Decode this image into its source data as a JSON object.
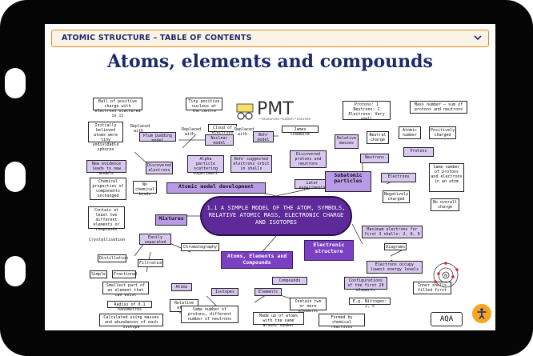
{
  "toc": {
    "label": "ATOMIC STRUCTURE – TABLE OF CONTENTS"
  },
  "page": {
    "title": "Atoms, elements and compounds"
  },
  "mindmap": {
    "logo": "PMT",
    "logo_sub": "~resources~tuition~courses",
    "center": "1.1 A SIMPLE MODEL OF THE ATOM, SYMBOLS, RELATIVE ATOMIC MASS, ELECTRONIC CHARGE AND ISOTOPES",
    "exam_board": "AQA",
    "nucleus_label": "N",
    "nodes": [
      "Ball of positive charge with electrons scattered in it",
      "Tiny positive nucleus at the centre",
      "Cloud of electrons",
      "Initially believed atoms were tiny undividable spheres",
      "Replaced with",
      "Plum pudding model",
      "Replaced with",
      "Nuclear model",
      "Replaced with",
      "Bohr model",
      "James Chadwick",
      "New evidence leads to new models",
      "Discovered electrons",
      "Alpha particle scattering experiment",
      "Bohr suggested electrons orbit in shells",
      "Discovered protons and neutrons",
      "Atomic model development",
      "Chemical properties of components unchanged",
      "No chemical bonds",
      "Later experiments",
      "Relative masses",
      "Protons: 1 Neutrons: 1 Electrons: Very small",
      "Mass number – sum of protons and neutrons",
      "Neutral charge",
      "Atomic number",
      "Positively charged",
      "Neutrons",
      "Protons",
      "Subatomic particles",
      "Electrons",
      "Same number of protons and electrons in an atom",
      "Negatively charged",
      "No overall charge",
      "Contain at least two different elements or compounds",
      "Mixtures",
      "Easily separated",
      "Crystallisation",
      "Chromatography",
      "Distillation",
      "Filtration",
      "Simple",
      "Fractional",
      "Atoms, Elements and Compounds",
      "Electronic structure",
      "Maximum electrons for first 3 shells: 2, 8, 8",
      "Diagrams",
      "Electrons occupy lowest energy levels",
      "Smallest part of an element that can exist",
      "Atoms",
      "Compounds",
      "Configurations of the first 20 elements",
      "Inner shells filled first",
      "Radius of 0.1 nanometres",
      "Relative atomic mass",
      "Isotopes",
      "Elements",
      "Contain two or more elements",
      "E.g. Nitrogen: 2, 5",
      "Calculated using masses and abundances of each isotope",
      "Same number of protons, different number of neutrons",
      "Made up of atoms with the same atomic number",
      "Formed by chemical reactions"
    ]
  }
}
